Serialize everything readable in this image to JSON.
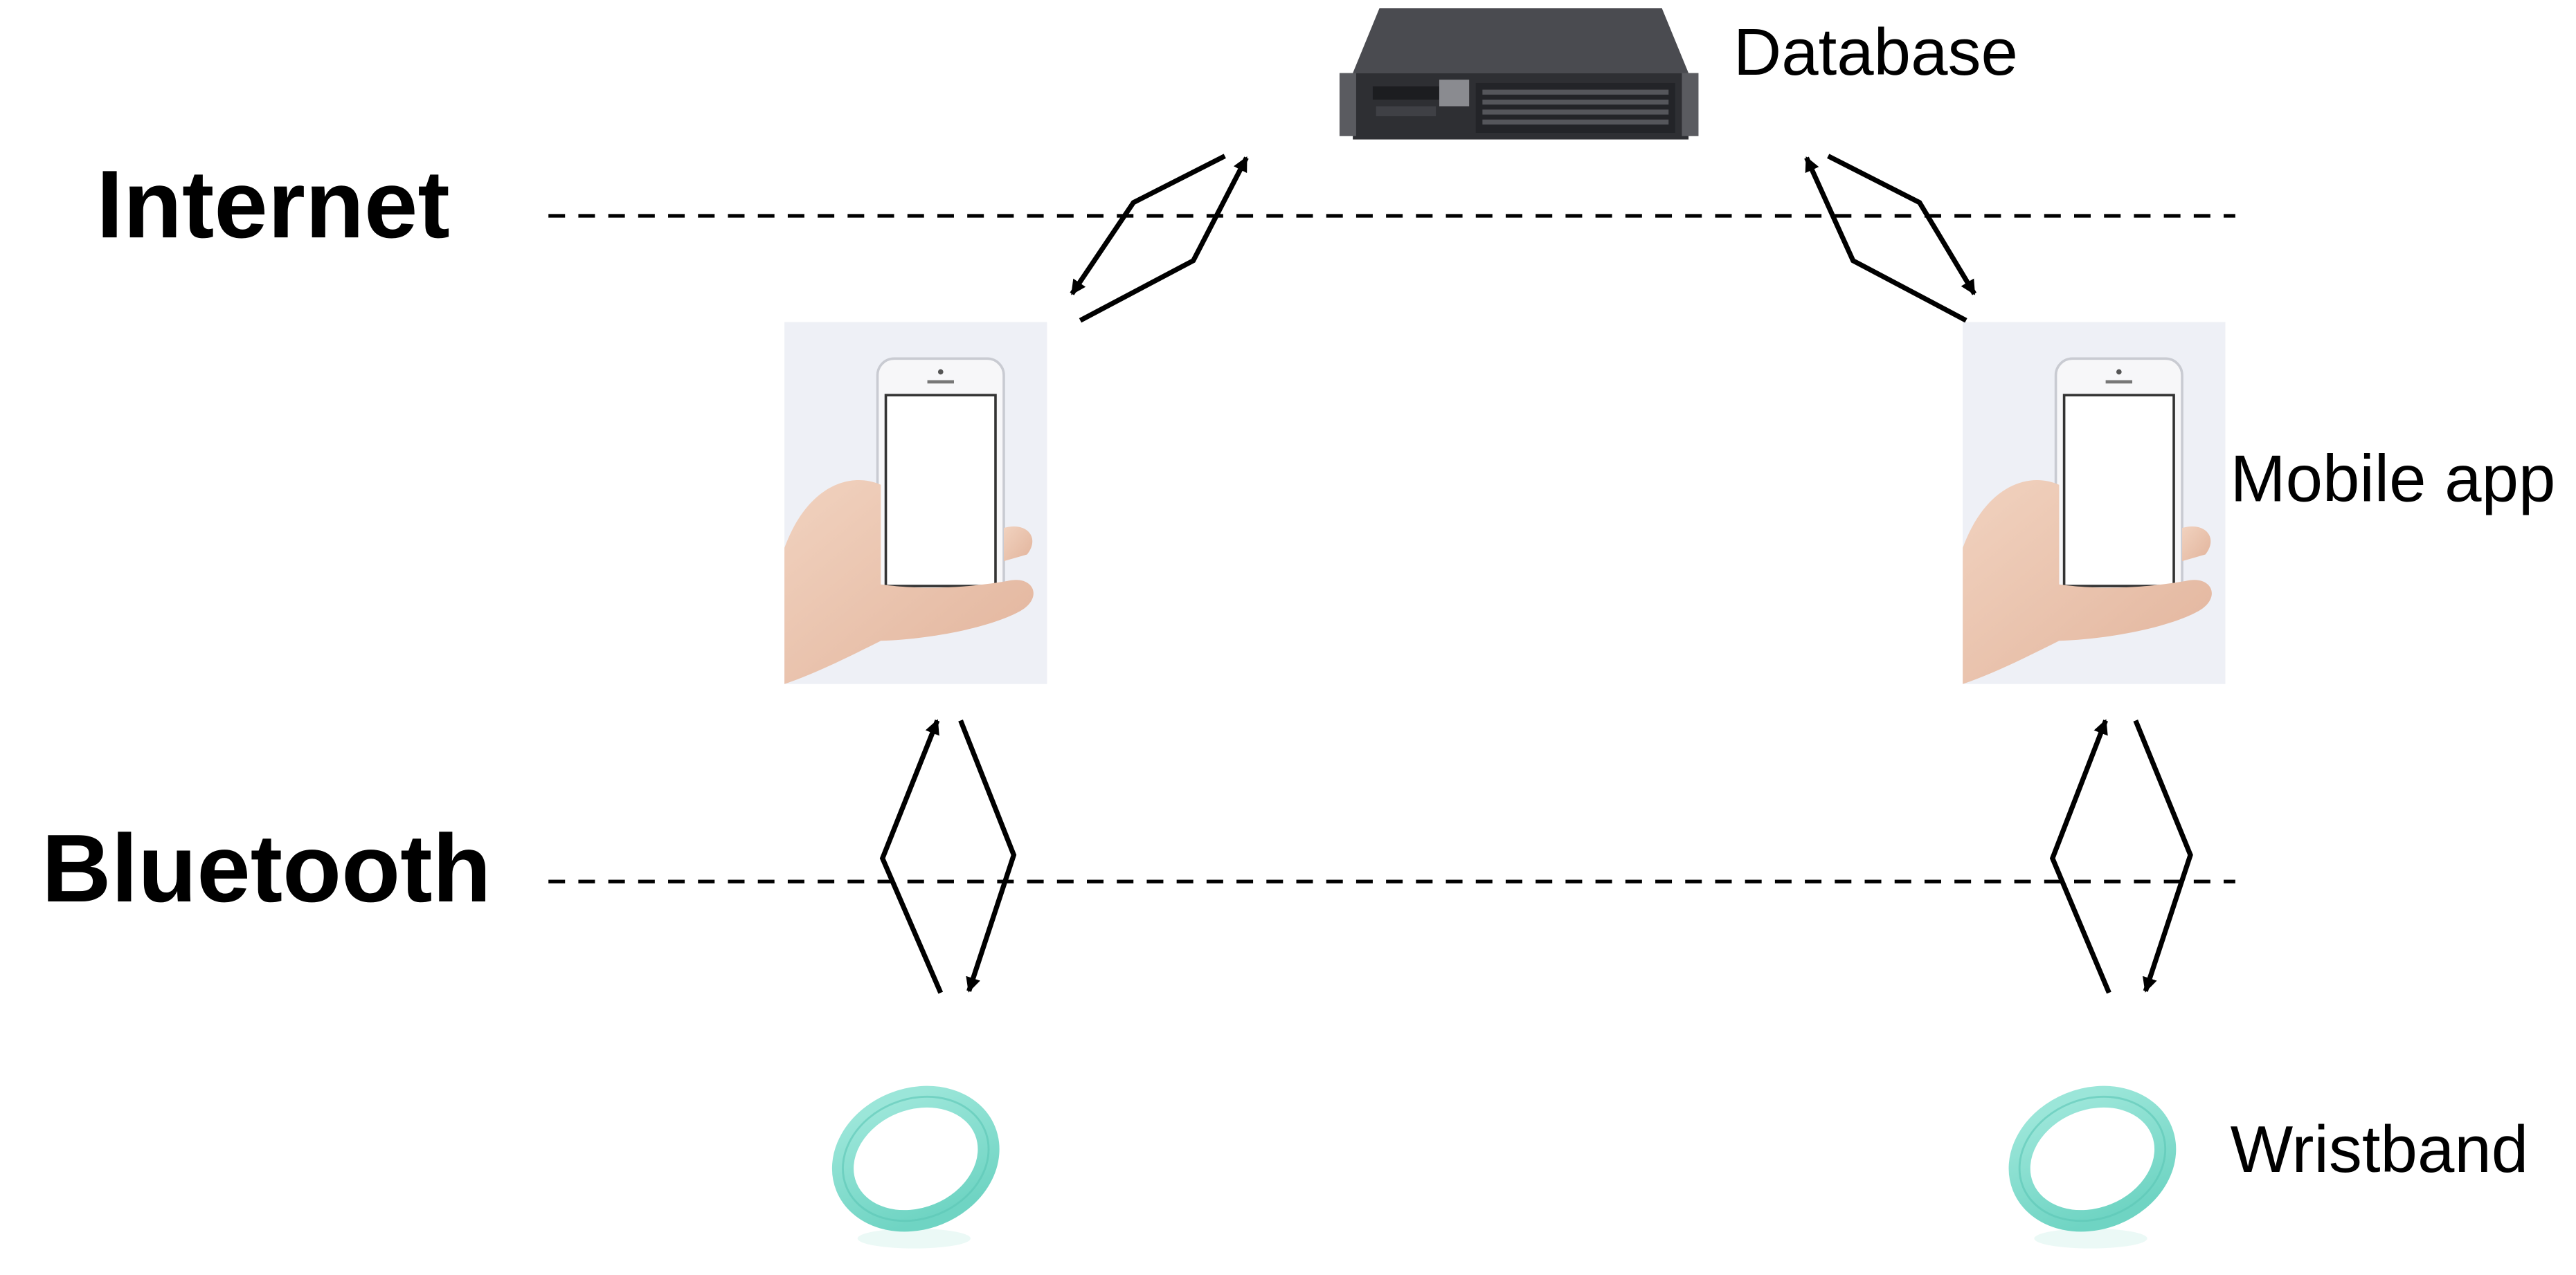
{
  "layers": {
    "internet": "Internet",
    "bluetooth": "Bluetooth"
  },
  "nodes": {
    "database": "Database",
    "mobile_app": "Mobile app",
    "wristband": "Wristband"
  },
  "colors": {
    "line": "#000000",
    "wristband": "#7fdccd",
    "wristband_dark": "#5cc7b6",
    "phone_backdrop": "#eef0f6",
    "server_body": "#2e2f33"
  }
}
